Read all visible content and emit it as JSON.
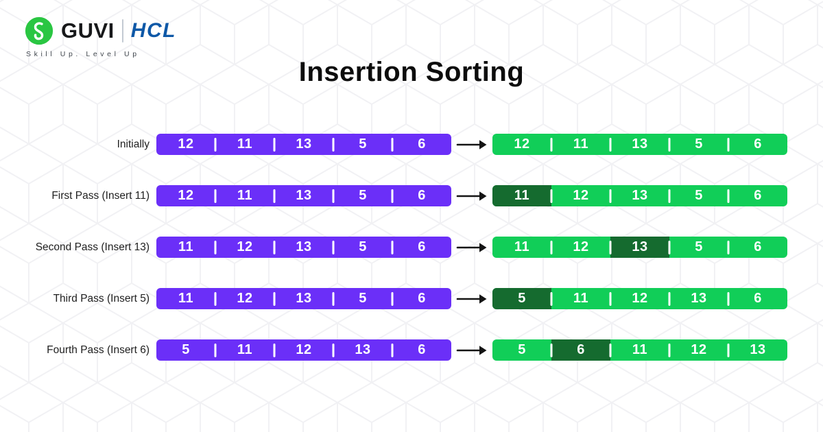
{
  "logo": {
    "brand": "GUVI",
    "partner": "HCL",
    "tagline": "Skill Up. Level Up",
    "icon": "guvi-g-icon"
  },
  "title": "Insertion Sorting",
  "colors": {
    "purple": "#6B2FF8",
    "green": "#11CE58",
    "dark_green": "#156B2F",
    "guvi_green": "#2AC642",
    "hcl_blue": "#0E58A7"
  },
  "icons": {
    "arrow": "right-arrow-icon"
  },
  "rows": [
    {
      "label": "Initially",
      "before": [
        "12",
        "11",
        "13",
        "5",
        "6"
      ],
      "after": [
        "12",
        "11",
        "13",
        "5",
        "6"
      ],
      "highlight_index": -1
    },
    {
      "label": "First Pass (Insert 11)",
      "before": [
        "12",
        "11",
        "13",
        "5",
        "6"
      ],
      "after": [
        "11",
        "12",
        "13",
        "5",
        "6"
      ],
      "highlight_index": 0
    },
    {
      "label": "Second Pass (Insert 13)",
      "before": [
        "11",
        "12",
        "13",
        "5",
        "6"
      ],
      "after": [
        "11",
        "12",
        "13",
        "5",
        "6"
      ],
      "highlight_index": 2
    },
    {
      "label": "Third Pass (Insert 5)",
      "before": [
        "11",
        "12",
        "13",
        "5",
        "6"
      ],
      "after": [
        "5",
        "11",
        "12",
        "13",
        "6"
      ],
      "highlight_index": 0
    },
    {
      "label": "Fourth Pass (Insert 6)",
      "before": [
        "5",
        "11",
        "12",
        "13",
        "6"
      ],
      "after": [
        "5",
        "6",
        "11",
        "12",
        "13"
      ],
      "highlight_index": 1
    }
  ]
}
